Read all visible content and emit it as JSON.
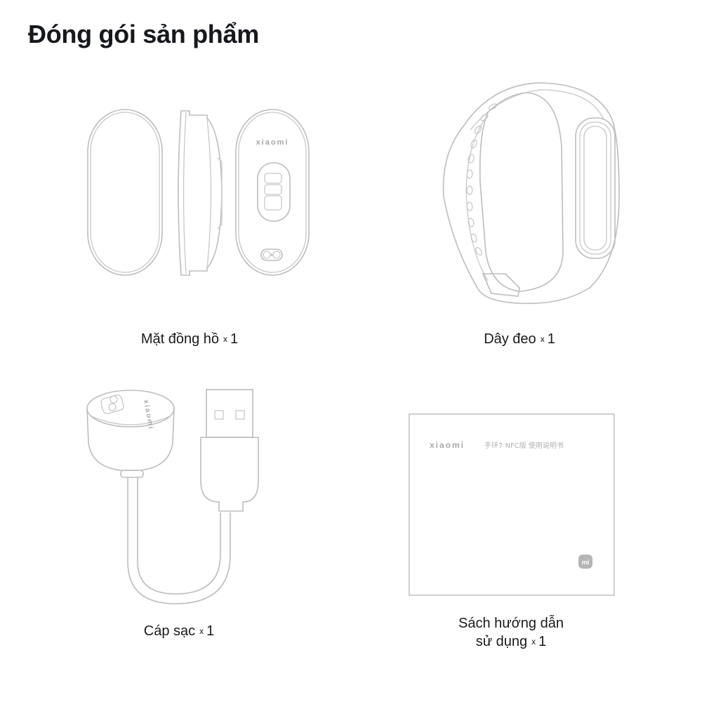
{
  "page": {
    "title": "Đóng gói sản phẩm"
  },
  "items": [
    {
      "label": "Mặt đồng hồ",
      "qty_symbol": "x",
      "qty": "1",
      "icon": "watch-face-illustration",
      "engraving": "xiaomi"
    },
    {
      "label": "Dây đeo",
      "qty_symbol": "x",
      "qty": "1",
      "icon": "strap-illustration"
    },
    {
      "label": "Cáp sạc",
      "qty_symbol": "x",
      "qty": "1",
      "icon": "charging-cable-illustration",
      "engraving": "xiaomi"
    },
    {
      "label_line1": "Sách hướng dẫn",
      "label_line2": "sử dụng",
      "qty_symbol": "x",
      "qty": "1",
      "icon": "manual-illustration",
      "brand": "xiaomi",
      "manual_title": "手环7 NFC版 使用说明书",
      "badge": "mi"
    }
  ],
  "colors": {
    "text": "#15181c",
    "line_art": "#bdbdbd",
    "background": "#ffffff"
  }
}
